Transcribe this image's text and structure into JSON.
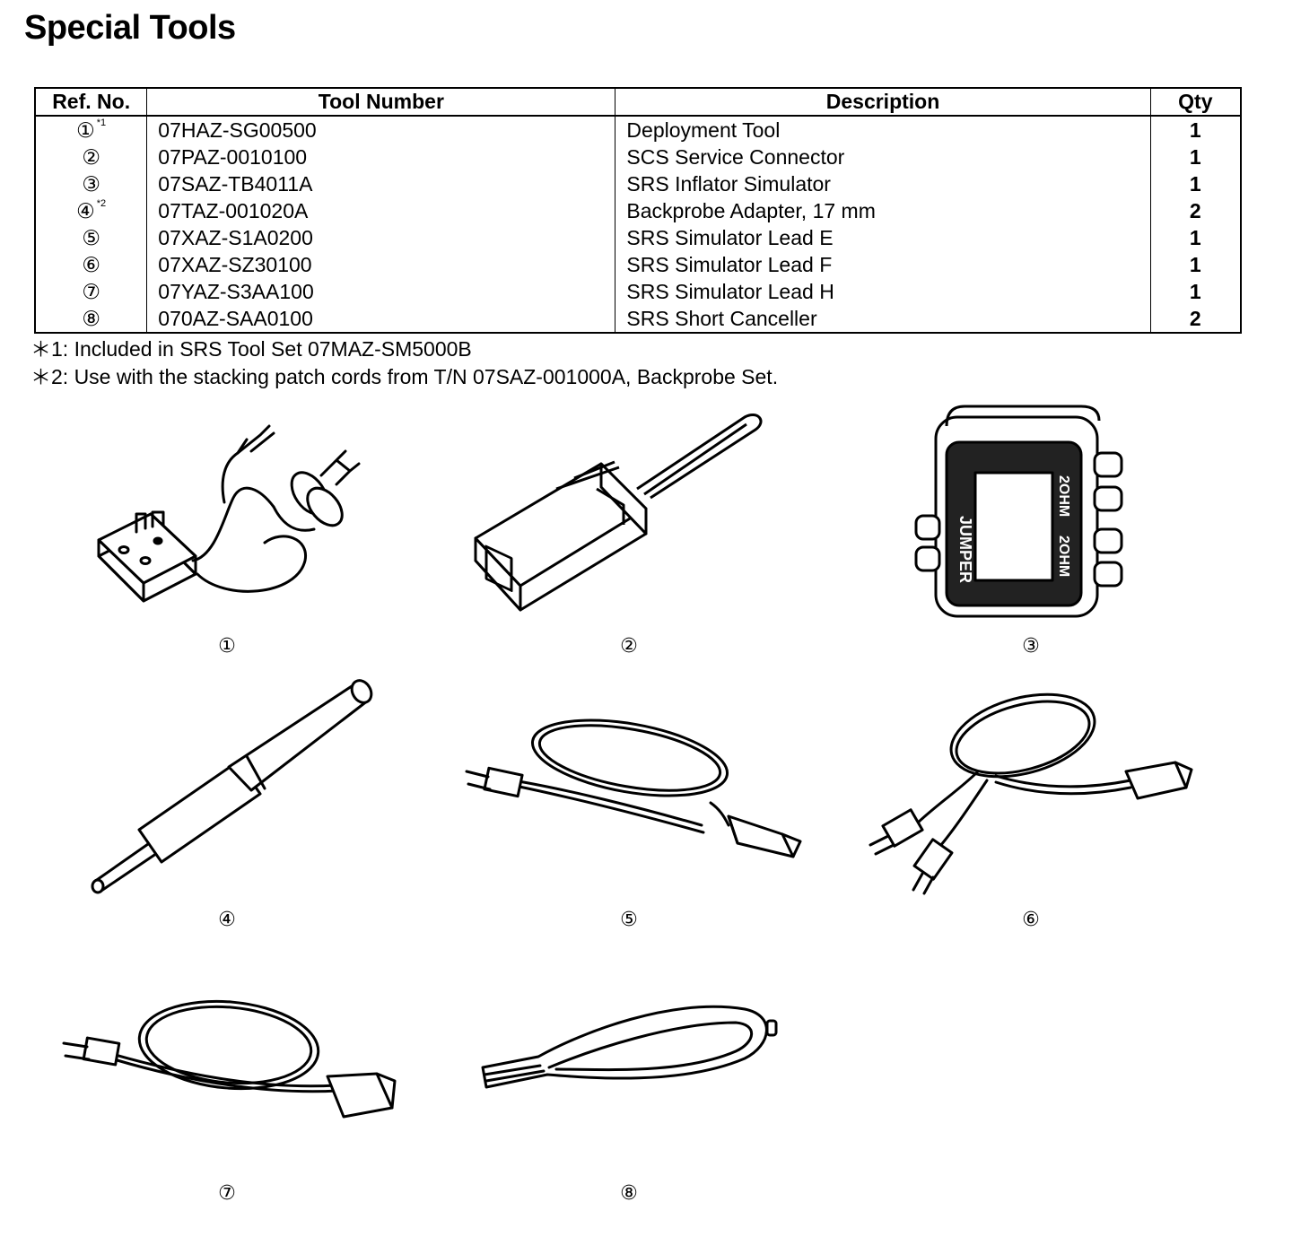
{
  "title": "Special Tools",
  "table": {
    "headers": [
      "Ref. No.",
      "Tool Number",
      "Description",
      "Qty"
    ],
    "rows": [
      {
        "ref": "①",
        "footnote": "*1",
        "tool_number": "07HAZ-SG00500",
        "description": "Deployment Tool",
        "qty": "1"
      },
      {
        "ref": "②",
        "footnote": "",
        "tool_number": "07PAZ-0010100",
        "description": "SCS Service Connector",
        "qty": "1"
      },
      {
        "ref": "③",
        "footnote": "",
        "tool_number": "07SAZ-TB4011A",
        "description": "SRS Inflator Simulator",
        "qty": "1"
      },
      {
        "ref": "④",
        "footnote": "*2",
        "tool_number": "07TAZ-001020A",
        "description": "Backprobe Adapter, 17 mm",
        "qty": "2"
      },
      {
        "ref": "⑤",
        "footnote": "",
        "tool_number": "07XAZ-S1A0200",
        "description": "SRS Simulator Lead E",
        "qty": "1"
      },
      {
        "ref": "⑥",
        "footnote": "",
        "tool_number": "07XAZ-SZ30100",
        "description": "SRS Simulator Lead F",
        "qty": "1"
      },
      {
        "ref": "⑦",
        "footnote": "",
        "tool_number": "07YAZ-S3AA100",
        "description": "SRS Simulator Lead H",
        "qty": "1"
      },
      {
        "ref": "⑧",
        "footnote": "",
        "tool_number": "070AZ-SAA0100",
        "description": "SRS Short Canceller",
        "qty": "2"
      }
    ]
  },
  "notes": [
    "＊1: Included in SRS Tool Set 07MAZ-SM5000B",
    "＊2: Use with the stacking patch cords from T/N 07SAZ-001000A, Backprobe Set."
  ],
  "figures": [
    {
      "label": "①",
      "icon": "deployment-tool-icon"
    },
    {
      "label": "②",
      "icon": "scs-service-connector-icon"
    },
    {
      "label": "③",
      "icon": "srs-inflator-simulator-icon",
      "box_text": [
        "JUMPER",
        "2OHM",
        "2OHM"
      ]
    },
    {
      "label": "④",
      "icon": "backprobe-adapter-icon"
    },
    {
      "label": "⑤",
      "icon": "simulator-lead-e-icon"
    },
    {
      "label": "⑥",
      "icon": "simulator-lead-f-icon"
    },
    {
      "label": "⑦",
      "icon": "simulator-lead-h-icon"
    },
    {
      "label": "⑧",
      "icon": "short-canceller-icon"
    }
  ]
}
